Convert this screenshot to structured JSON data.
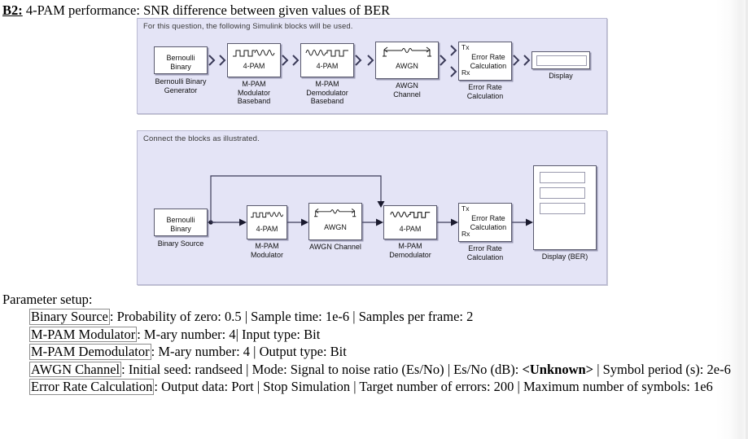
{
  "title": {
    "tag": "B2:",
    "text": " 4-PAM performance: SNR difference between given values of BER"
  },
  "diagram_blocks": {
    "caption": "For this question, the following Simulink blocks will be used.",
    "blocks": [
      {
        "label": "Bernoulli\nBinary",
        "caption": "Bernoulli Binary\nGenerator",
        "icon": "none"
      },
      {
        "label": "4-PAM",
        "caption": "M-PAM\nModulator\nBaseband",
        "icon": "square-to-sine-icon"
      },
      {
        "label": "4-PAM",
        "caption": "M-PAM\nDemodulator\nBaseband",
        "icon": "sine-to-square-icon"
      },
      {
        "label": "AWGN",
        "caption": "AWGN\nChannel",
        "icon": "antenna-noise-icon"
      },
      {
        "label": "Error Rate\nCalculation",
        "caption": "Error Rate\nCalculation",
        "icon": "none",
        "ports": [
          "Tx",
          "Rx"
        ]
      },
      {
        "label": "",
        "caption": "Display",
        "icon": "display-slot-icon"
      }
    ]
  },
  "diagram_connect": {
    "caption": "Connect the blocks as illustrated.",
    "blocks": [
      {
        "label": "Bernoulli\nBinary",
        "caption": "Binary Source",
        "icon": "none"
      },
      {
        "label": "4-PAM",
        "caption": "M-PAM\nModulator",
        "icon": "square-to-sine-icon"
      },
      {
        "label": "AWGN",
        "caption": "AWGN Channel",
        "icon": "antenna-noise-icon"
      },
      {
        "label": "4-PAM",
        "caption": "M-PAM\nDemodulator",
        "icon": "sine-to-square-icon"
      },
      {
        "label": "Error Rate\nCalculation",
        "caption": "Error Rate\nCalculation",
        "icon": "none",
        "ports": [
          "Tx",
          "Rx"
        ]
      },
      {
        "label": "",
        "caption": "Display (BER)",
        "icon": "display-3slot-icon"
      }
    ]
  },
  "parameters": {
    "heading": "Parameter setup:",
    "rows": [
      {
        "name": "Binary Source",
        "value": ": Probability of zero: 0.5 | Sample time: 1e-6 | Samples per frame: 2"
      },
      {
        "name": "M-PAM Modulator",
        "value": ": M-ary number: 4| Input type: Bit"
      },
      {
        "name": "M-PAM Demodulator",
        "value": ": M-ary number: 4 | Output type: Bit"
      },
      {
        "name": "AWGN Channel",
        "value_a": ": Initial seed: randseed | Mode: Signal to noise ratio (Es/No) | Es/No (dB): ",
        "unknown": "<Unknown>",
        "value_b": " | Symbol period (s): 2e-6"
      },
      {
        "name": "Error Rate Calculation",
        "value": ": Output data: Port | Stop Simulation | Target number of errors: 200 | Maximum number of symbols: 1e6"
      }
    ]
  },
  "colors": {
    "panel_bg": "#e4e4f6",
    "panel_border": "#b9b9d2",
    "block_bg": "#ffffff",
    "block_border": "#5a5a6e",
    "page_bg": "#ffffff",
    "text": "#000000"
  }
}
